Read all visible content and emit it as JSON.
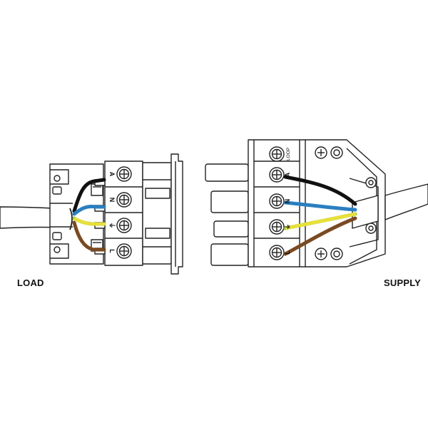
{
  "captions": {
    "load": "LOAD",
    "supply": "SUPPLY"
  },
  "terminals": {
    "load": [
      "A",
      "N",
      "⏚",
      "L"
    ],
    "supply": [
      "A",
      "N",
      "⏚",
      "L"
    ],
    "loop": "LOOP"
  },
  "wire_colors": {
    "switched_live": "#111111",
    "neutral": "#2a7fc0",
    "earth_green": "#7cc242",
    "earth_yellow": "#e8e03a",
    "live": "#7a4a22"
  }
}
